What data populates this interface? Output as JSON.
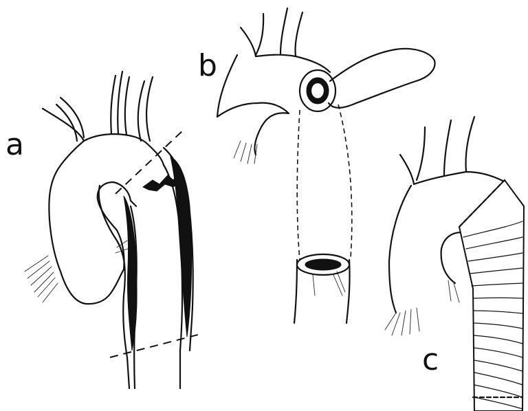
{
  "panels": {
    "a": {
      "label": "a"
    },
    "b": {
      "label": "b"
    },
    "c": {
      "label": "c"
    }
  },
  "colors": {
    "ink": "#111111",
    "paper": "#ffffff"
  }
}
